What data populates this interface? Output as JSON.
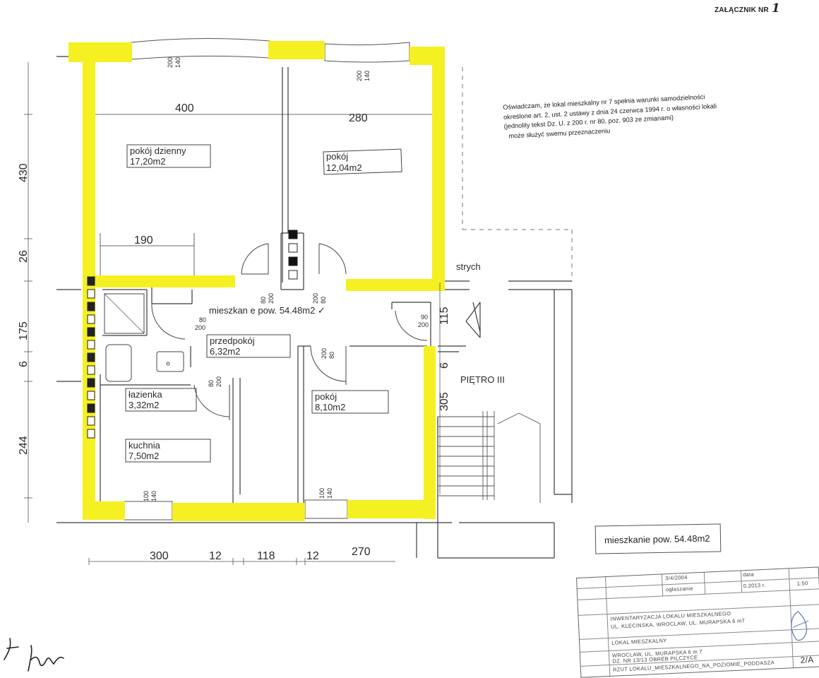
{
  "annex": {
    "label": "ZAŁĄCZNIK NR",
    "number": "1"
  },
  "declaration": {
    "lines": [
      "Oświadczam, że lokal mieszkalny nr 7 spełnia warunki samodzielności",
      "określone  art. 2, ust. 2 ustawy z dnia 24 czerwca 1994 r. o własności lokali",
      "(jednolity tekst Dz. U. z 200 r. nr 80, poz. 903 ze zmianami)",
      "może służyć swemu przeznaczeniu"
    ]
  },
  "rooms": [
    {
      "name": "pokój dzienny",
      "area": "17,20m2"
    },
    {
      "name": "pokój",
      "area": "12,04m2"
    },
    {
      "name": "przedpokój",
      "area": "6,32m2"
    },
    {
      "name": "łazienka",
      "area": "3,32m2"
    },
    {
      "name": "kuchnia",
      "area": "7,50m2"
    },
    {
      "name": "pokój",
      "area": "8,10m2"
    }
  ],
  "labels": {
    "apartment_center": "mieszkan e  pow. 54.48m2  ✓",
    "attic": "strych",
    "floor": "PIĘTRO III"
  },
  "area_box": "mieszkanie  pow. 54.48m2",
  "dimensions": {
    "top": [
      "400",
      "280"
    ],
    "inner": [
      "190"
    ],
    "left": [
      "430",
      "26",
      "175",
      "6",
      "244"
    ],
    "right": [
      "115",
      "6",
      "305"
    ],
    "bottom": [
      "300",
      "12",
      "118",
      "12",
      "270"
    ]
  },
  "openings": {
    "window_1": "200\n140",
    "window_2": "200\n140",
    "window_3": "100\n140",
    "window_4": "100\n140",
    "door_a": "80\n200",
    "door_b": "200\n80",
    "door_c": "80\n200",
    "door_d": "80\n200",
    "door_e": "200\n80",
    "door_f": "90\n200"
  },
  "title_block": {
    "header_row": [
      "ogłaszanie",
      "3/4/2004",
      "0.2013 r.",
      "data",
      "1:50"
    ],
    "lines": [
      "INWENTARYZACJA LOKALU MIESZKALNEGO",
      "UL. KLECINSKA, WROCLAW, UL. MURAPSKA 6 m7",
      "LOKAL MIESZKALNY",
      "WROCLAW, UL. MURAPSKA 6 m 7",
      "DZ. NR 13/13 OBREB PILCZYCE",
      "RZUT LOKALU_MIESZKALNEGO_NA_POZIOMIE_PODDASZA"
    ],
    "sheet": "2/A"
  },
  "colors": {
    "wall_highlight": "#f5f022",
    "line": "#3a3a3a",
    "dim_line": "#555555"
  }
}
